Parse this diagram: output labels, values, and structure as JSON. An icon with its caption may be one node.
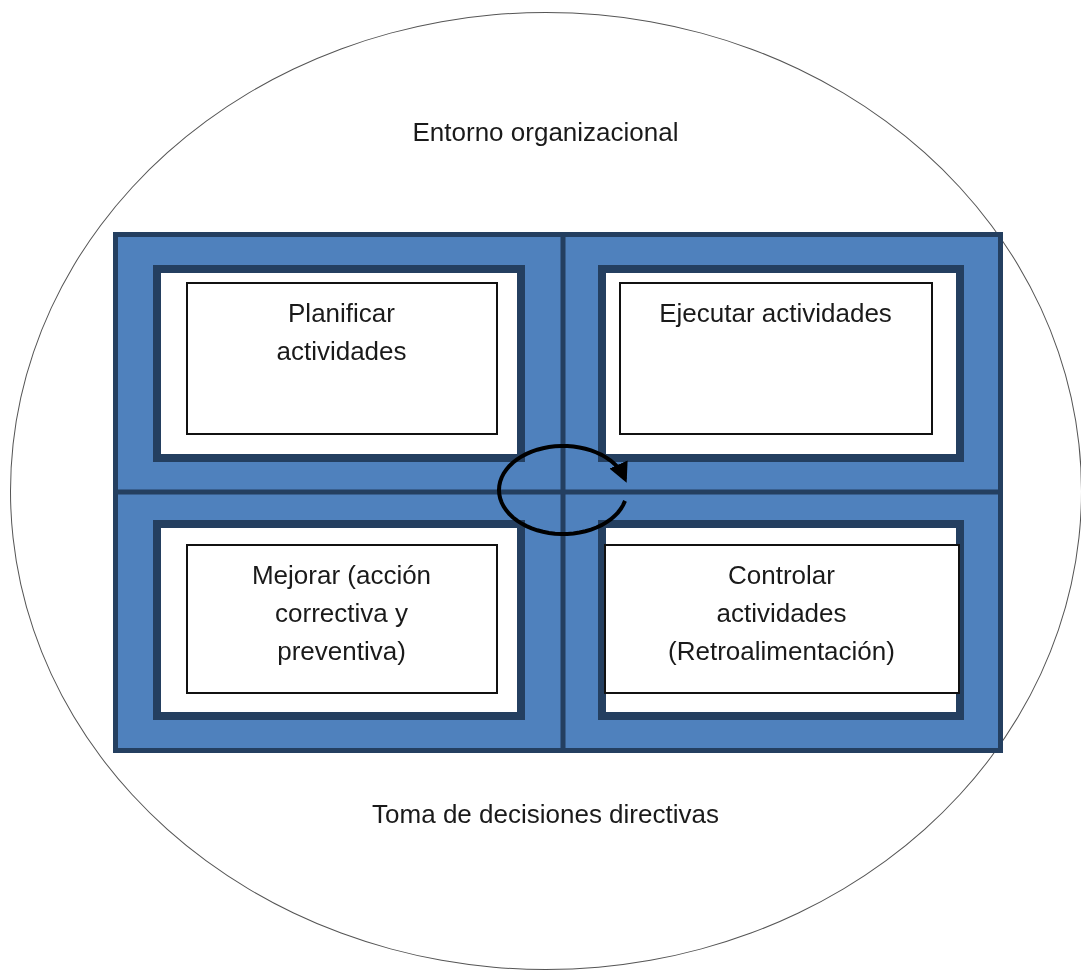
{
  "diagram": {
    "nodes": [
      {
        "text": [
          "Entorno organizacional",
          "Toma de decisiones directivas"
        ]
      },
      {
        "text": [],
        "shape": "box",
        "in": 0
      },
      {
        "text": [
          "Planificar actividades"
        ],
        "in": 1
      },
      {
        "text": [
          "Ejecutar actividades"
        ],
        "in": 1
      },
      {
        "text": [
          "Mejorar (acción correctiva y preventiva)"
        ],
        "in": 1
      },
      {
        "text": [
          "Controlar actividades (Retroalimentación)"
        ],
        "in": 1
      }
    ]
  }
}
